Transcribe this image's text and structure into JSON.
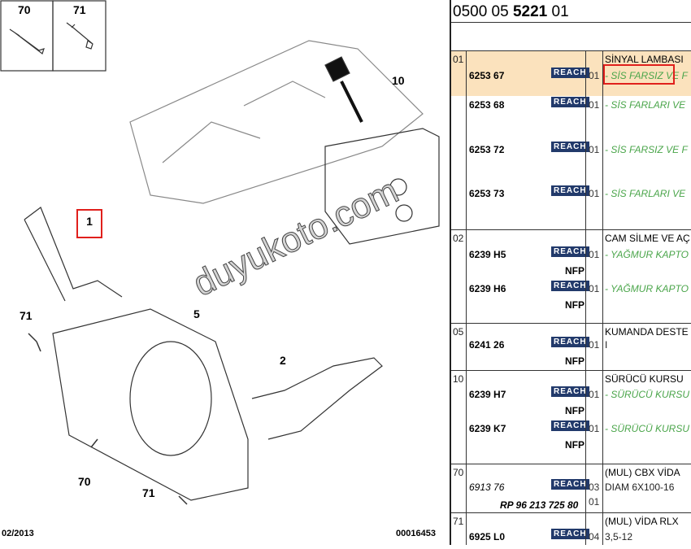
{
  "header": {
    "prefix": "0500 05 ",
    "bold": "5221",
    "suffix": " 01"
  },
  "diagram": {
    "callouts": [
      "70",
      "71",
      "10",
      "1",
      "71",
      "5",
      "2",
      "70",
      "71"
    ],
    "footer_date": "02/2013",
    "footer_code": "00016453",
    "watermark": "duyukoto.com"
  },
  "groups": [
    {
      "idx": "01",
      "title": "SİNYAL LAMBASI",
      "rows": [
        {
          "ref": "6253 67",
          "badge": "REACH",
          "qty": "01",
          "desc": "- SİS FARSIZ VE F"
        },
        {
          "ref": "6253 68",
          "badge": "REACH",
          "qty": "01",
          "desc": "- SİS FARLARI VE"
        },
        {
          "ref": "6253 72",
          "badge": "REACH",
          "qty": "01",
          "desc": "- SİS FARSIZ VE F"
        },
        {
          "ref": "6253 73",
          "badge": "REACH",
          "qty": "01",
          "desc": "- SİS FARLARI VE"
        }
      ]
    },
    {
      "idx": "02",
      "title": "CAM SİLME VE AÇ",
      "rows": [
        {
          "ref": "6239 H5",
          "badge": "REACH",
          "nfp": "NFP",
          "qty": "01",
          "desc": "- YAĞMUR KAPTO"
        },
        {
          "ref": "6239 H6",
          "badge": "REACH",
          "nfp": "NFP",
          "qty": "01",
          "desc": "- YAĞMUR KAPTO"
        }
      ]
    },
    {
      "idx": "05",
      "title": "KUMANDA DESTE",
      "rows": [
        {
          "ref": "6241 26",
          "badge": "REACH",
          "nfp": "NFP",
          "qty": "01",
          "desc": "I"
        }
      ]
    },
    {
      "idx": "10",
      "title": "SÜRÜCÜ KURSU",
      "rows": [
        {
          "ref": "6239 H7",
          "badge": "REACH",
          "nfp": "NFP",
          "qty": "01",
          "desc": "- SÜRÜCÜ KURSU"
        },
        {
          "ref": "6239 K7",
          "badge": "REACH",
          "nfp": "NFP",
          "qty": "01",
          "desc": "- SÜRÜCÜ KURSU"
        }
      ]
    },
    {
      "idx": "70",
      "title": "(MUL) CBX VİDA",
      "rows": [
        {
          "ref": "6913 76",
          "badge": "REACH",
          "qty": "03",
          "desc": "DIAM 6X100-16",
          "alt": "RP 96 213 725 80",
          "alt_qty": "01"
        }
      ]
    },
    {
      "idx": "71",
      "title": "(MUL) VİDA RLX",
      "rows": [
        {
          "ref": "6925 L0",
          "badge": "REACH",
          "qty": "04",
          "desc": "3,5-12"
        }
      ]
    }
  ]
}
